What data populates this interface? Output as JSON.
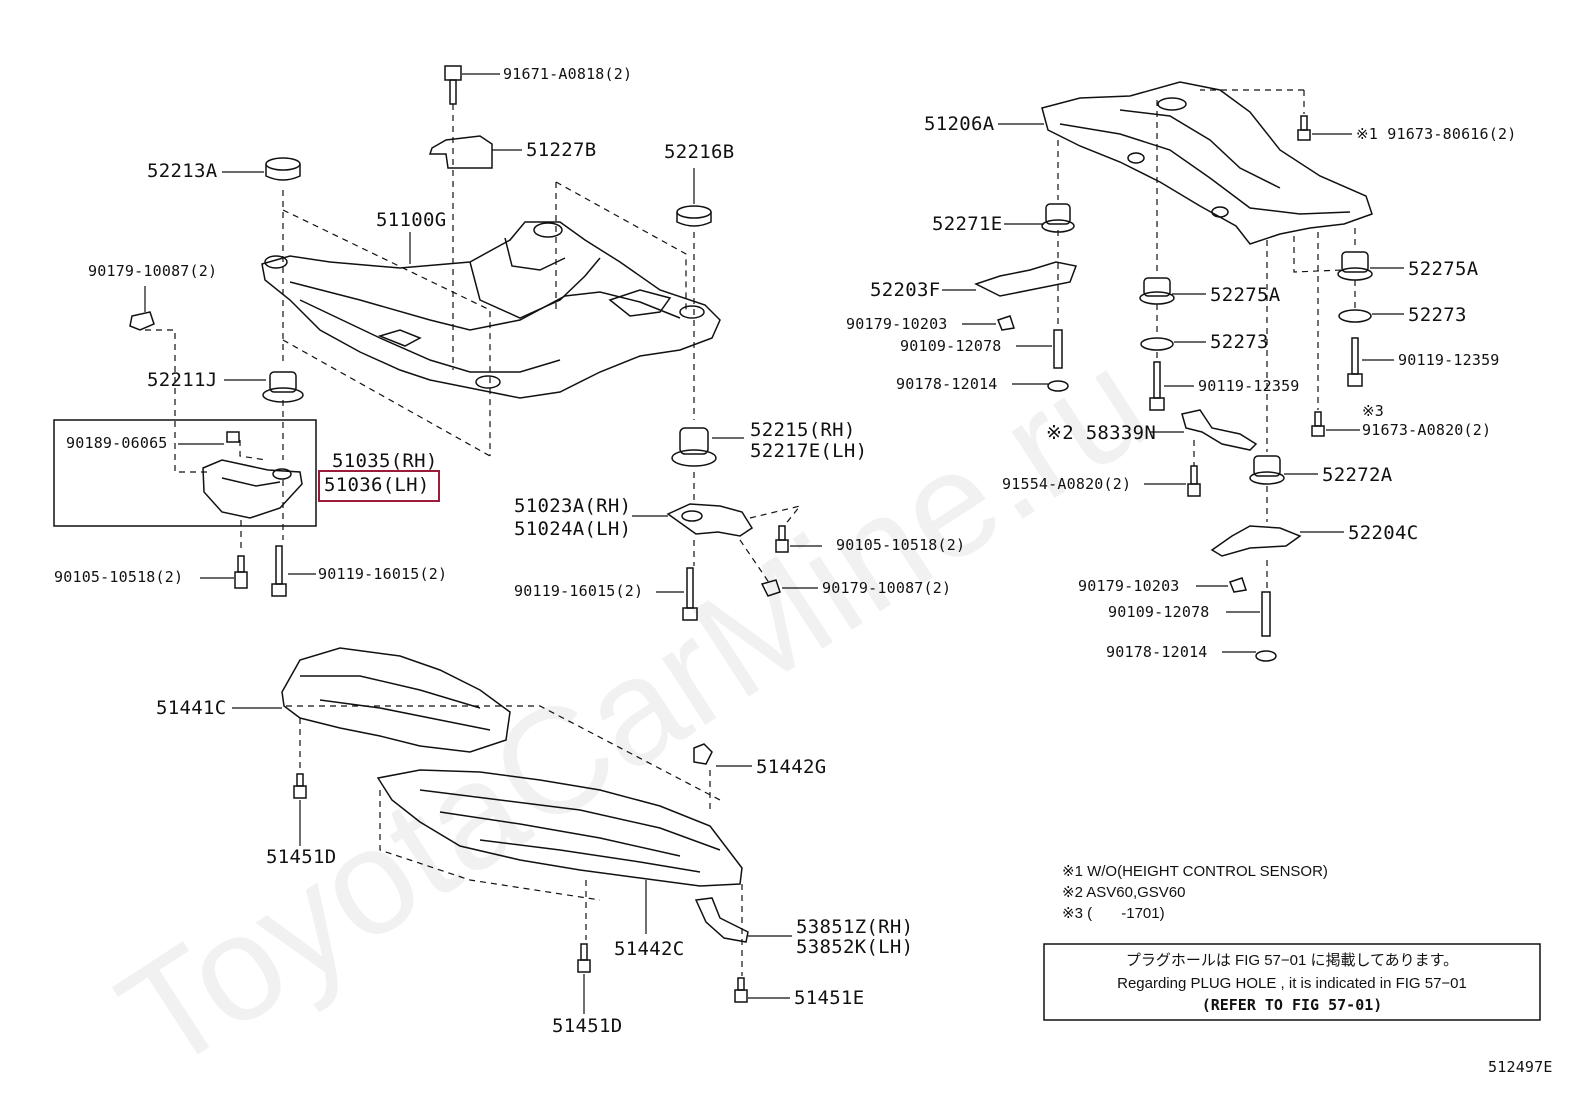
{
  "watermark": "ToyotaCarMine.ru",
  "diagram_code": "512497E",
  "parts": {
    "p91671": "91671-A0818(2)",
    "p51227B": "51227B",
    "p52216B": "52216B",
    "p52213A": "52213A",
    "p51100G": "51100G",
    "p90179_a": "90179-10087(2)",
    "p52211J": "52211J",
    "p90189": "90189-06065",
    "p51035": "51035(RH)",
    "p51036": "51036(LH)",
    "p90105_a": "90105-10518(2)",
    "p90119_a": "90119-16015(2)",
    "p52215": "52215(RH)",
    "p52217E": "52217E(LH)",
    "p51023A": "51023A(RH)",
    "p51024A": "51024A(LH)",
    "p90105_b": "90105-10518(2)",
    "p90119_b": "90119-16015(2)",
    "p90179_b": "90179-10087(2)",
    "p51441C": "51441C",
    "p51442G": "51442G",
    "p51451D_a": "51451D",
    "p51442C": "51442C",
    "p53851Z": "53851Z(RH)",
    "p53852K": "53852K(LH)",
    "p51451D_b": "51451D",
    "p51451E": "51451E",
    "p51206A": "51206A",
    "p91673_1": "※1 91673-80616(2)",
    "p52271E": "52271E",
    "p52203F": "52203F",
    "p90179_c": "90179-10203",
    "p90109_a": "90109-12078",
    "p90178_a": "90178-12014",
    "p52275A_a": "52275A",
    "p52273_a": "52273",
    "p90119_c": "90119-12359",
    "p52275A_b": "52275A",
    "p52273_b": "52273",
    "p90119_d": "90119-12359",
    "p_note3": "※3",
    "p91673_2": "91673-A0820(2)",
    "p58339N": "※2 58339N",
    "p52272A": "52272A",
    "p91554": "91554-A0820(2)",
    "p52204C": "52204C",
    "p90179_d": "90179-10203",
    "p90109_b": "90109-12078",
    "p90178_b": "90178-12014"
  },
  "notes": {
    "n1": "※1 W/O(HEIGHT CONTROL SENSOR)",
    "n2": "※2 ASV60,GSV60",
    "n3": "※3 (       -1701)"
  },
  "refer_box": {
    "line1": "プラグホールは FIG 57−01 に掲載してあります。",
    "line2": "Regarding PLUG HOLE , it is indicated in FIG 57−01",
    "line3": "(REFER TO FIG 57-01)"
  }
}
